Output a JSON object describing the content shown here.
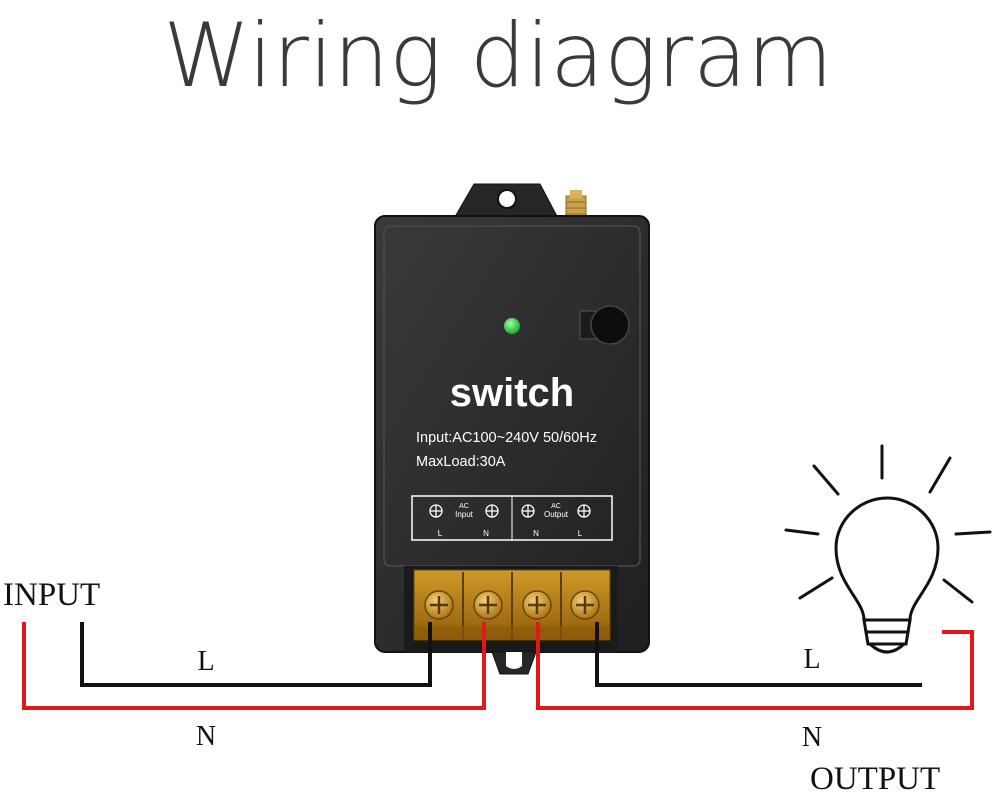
{
  "title": "Wiring diagram",
  "device": {
    "label": "switch",
    "spec_input": "Input:AC100~240V 50/60Hz",
    "spec_load": "MaxLoad:30A",
    "terminal_panel": {
      "input_group": "AC\nInput",
      "output_group": "AC\nOutput",
      "input_group_top": "AC",
      "input_group_bottom": "Input",
      "output_group_top": "AC",
      "output_group_bottom": "Output",
      "t1": "L",
      "t2": "N",
      "t3": "N",
      "t4": "L"
    }
  },
  "input_side": {
    "heading": "INPUT",
    "line_label": "L",
    "neutral_label": "N"
  },
  "output_side": {
    "heading": "OUTPUT",
    "line_label": "L",
    "neutral_label": "N"
  },
  "colors": {
    "live_wire": "#111111",
    "neutral_wire": "#e01818",
    "device_body": "#2b2b2d",
    "terminal_block": "#c8860f",
    "led": "#27c93f"
  }
}
